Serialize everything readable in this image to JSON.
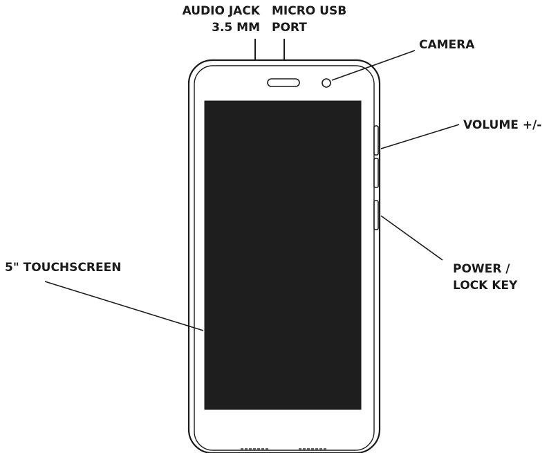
{
  "labels": {
    "audio_jack_line1": "AUDIO JACK",
    "audio_jack_line2": "3.5 MM",
    "micro_usb_line1": "MICRO USB",
    "micro_usb_line2": "PORT",
    "camera": "CAMERA",
    "volume": "VOLUME +/-",
    "power_line1": "POWER /",
    "power_line2": "LOCK KEY",
    "touchscreen": "5\" TOUCHSCREEN"
  },
  "colors": {
    "outline": "#1a1a1a",
    "screen": "#1e1e1e",
    "background": "#ffffff"
  }
}
